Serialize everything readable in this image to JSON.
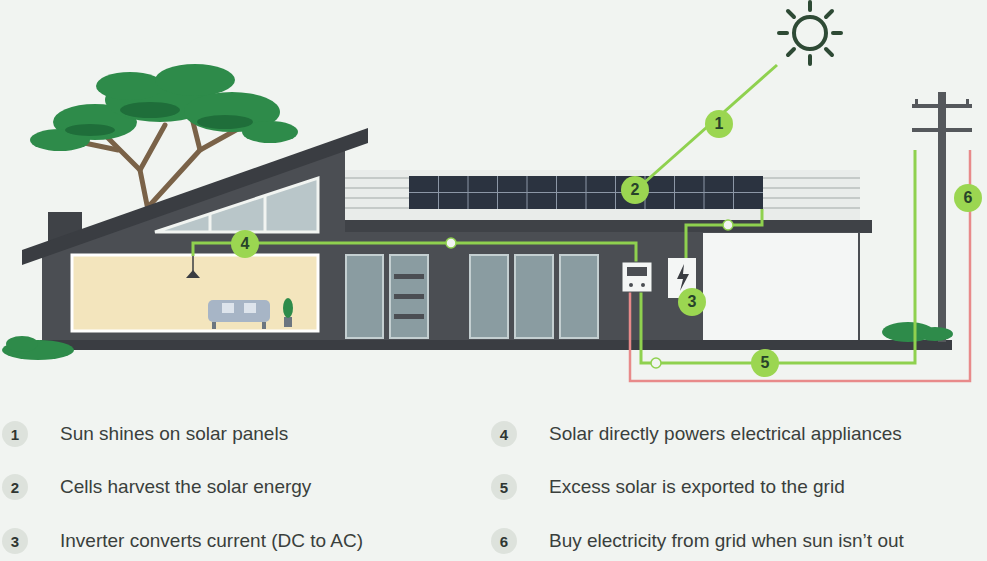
{
  "diagram": {
    "nodes": [
      {
        "text": [
          "1"
        ]
      },
      {
        "text": [
          "2"
        ]
      },
      {
        "text": [
          "3"
        ]
      },
      {
        "text": [
          "4"
        ]
      },
      {
        "text": [
          "5"
        ]
      },
      {
        "text": [
          "6"
        ]
      },
      {
        "text": [
          "1"
        ]
      },
      {
        "text": [
          "4"
        ]
      },
      {
        "text": [
          "2"
        ]
      },
      {
        "text": [
          "5"
        ]
      },
      {
        "text": [
          "3"
        ]
      },
      {
        "text": [
          "6"
        ]
      }
    ],
    "labels": [
      "Sun shines on solar panels",
      "Solar directly powers electrical appliances",
      "Cells harvest the solar energy",
      "Excess solar is exported to the grid",
      "Inverter converts current (DC to AC)",
      "Buy electricity from grid when sun isn’t out"
    ]
  }
}
